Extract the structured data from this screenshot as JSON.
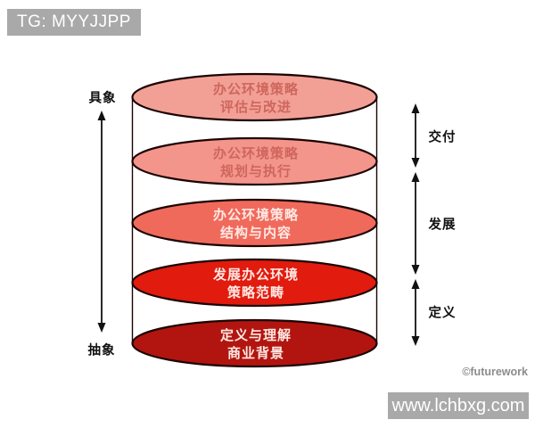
{
  "header": {
    "tag_label": "TG: MYYJJPP"
  },
  "vertical_axis": {
    "top_label": "具象",
    "bottom_label": "抽象"
  },
  "phases": [
    {
      "label": "交付"
    },
    {
      "label": "发展"
    },
    {
      "label": "定义"
    }
  ],
  "cylinder": {
    "outline_color": "#1c0404",
    "layers": [
      {
        "line1": "办公环境策略",
        "line2": "评估与改进",
        "fill": "#F2A096",
        "text_color": "#CE665C"
      },
      {
        "line1": "办公环境策略",
        "line2": "规划与执行",
        "fill": "#F4958C",
        "text_color": "#CE665C"
      },
      {
        "line1": "办公环境策略",
        "line2": "结构与内容",
        "fill": "#F06A5C",
        "text_color": "#FFE9E4"
      },
      {
        "line1": "发展办公环境",
        "line2": "策略范畴",
        "fill": "#E11B0E",
        "text_color": "#FFE9E4"
      },
      {
        "line1": "定义与理解",
        "line2": "商业背景",
        "fill": "#B2150F",
        "text_color": "#FFE9E4"
      }
    ]
  },
  "footer": {
    "credit": "©futurework"
  },
  "watermark": {
    "url_label": "www.lchbxg.com",
    "bar_color": "#A9A9A9"
  }
}
